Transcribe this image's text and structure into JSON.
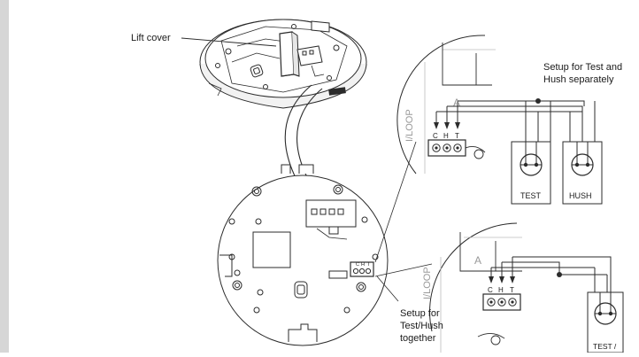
{
  "labels": {
    "lift_cover": "Lift cover",
    "separate_title_line1": "Setup for Test and",
    "separate_title_line2": "Hush separately",
    "together_title_line1": "Setup for",
    "together_title_line2": "Test/Hush",
    "together_title_line3": "together",
    "switch_test": "TEST",
    "switch_hush": "HUSH",
    "switch_combined": "TEST /",
    "terminal_c": "C",
    "terminal_h": "H",
    "terminal_t": "T",
    "board_mark_a": "A",
    "board_mark_loop": "I/LOOP"
  },
  "colors": {
    "line": "#2b2b2b",
    "panel_grey": "#d6d6d6",
    "outline_grey": "#8c8c8c"
  }
}
